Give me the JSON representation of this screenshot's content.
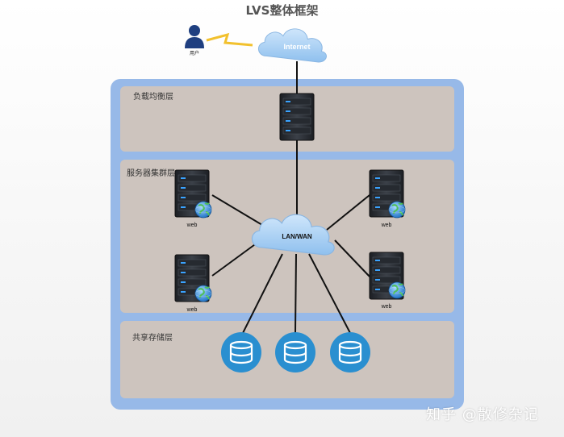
{
  "title": "LVS整体框架",
  "user": {
    "label": "用户",
    "icon": "user-icon"
  },
  "internet": {
    "label": "Internet",
    "icon": "cloud-icon"
  },
  "lan": {
    "label": "LAN/WAN",
    "icon": "cloud-icon"
  },
  "layers": {
    "load_balancer": "负载均衡层",
    "server_cluster": "服务器集群层",
    "shared_storage": "共享存储层"
  },
  "web_servers": [
    "web",
    "web",
    "web",
    "web"
  ],
  "watermark": "知乎 @散修杂记",
  "colors": {
    "outer_panel": "#97b9e8",
    "layer_panel": "#cdc4be",
    "cloud": "#a9cff2",
    "server": "#2b2f36",
    "storage": "#2a8fd0",
    "lightning": "#f2c12e",
    "user": "#1f3f80"
  }
}
